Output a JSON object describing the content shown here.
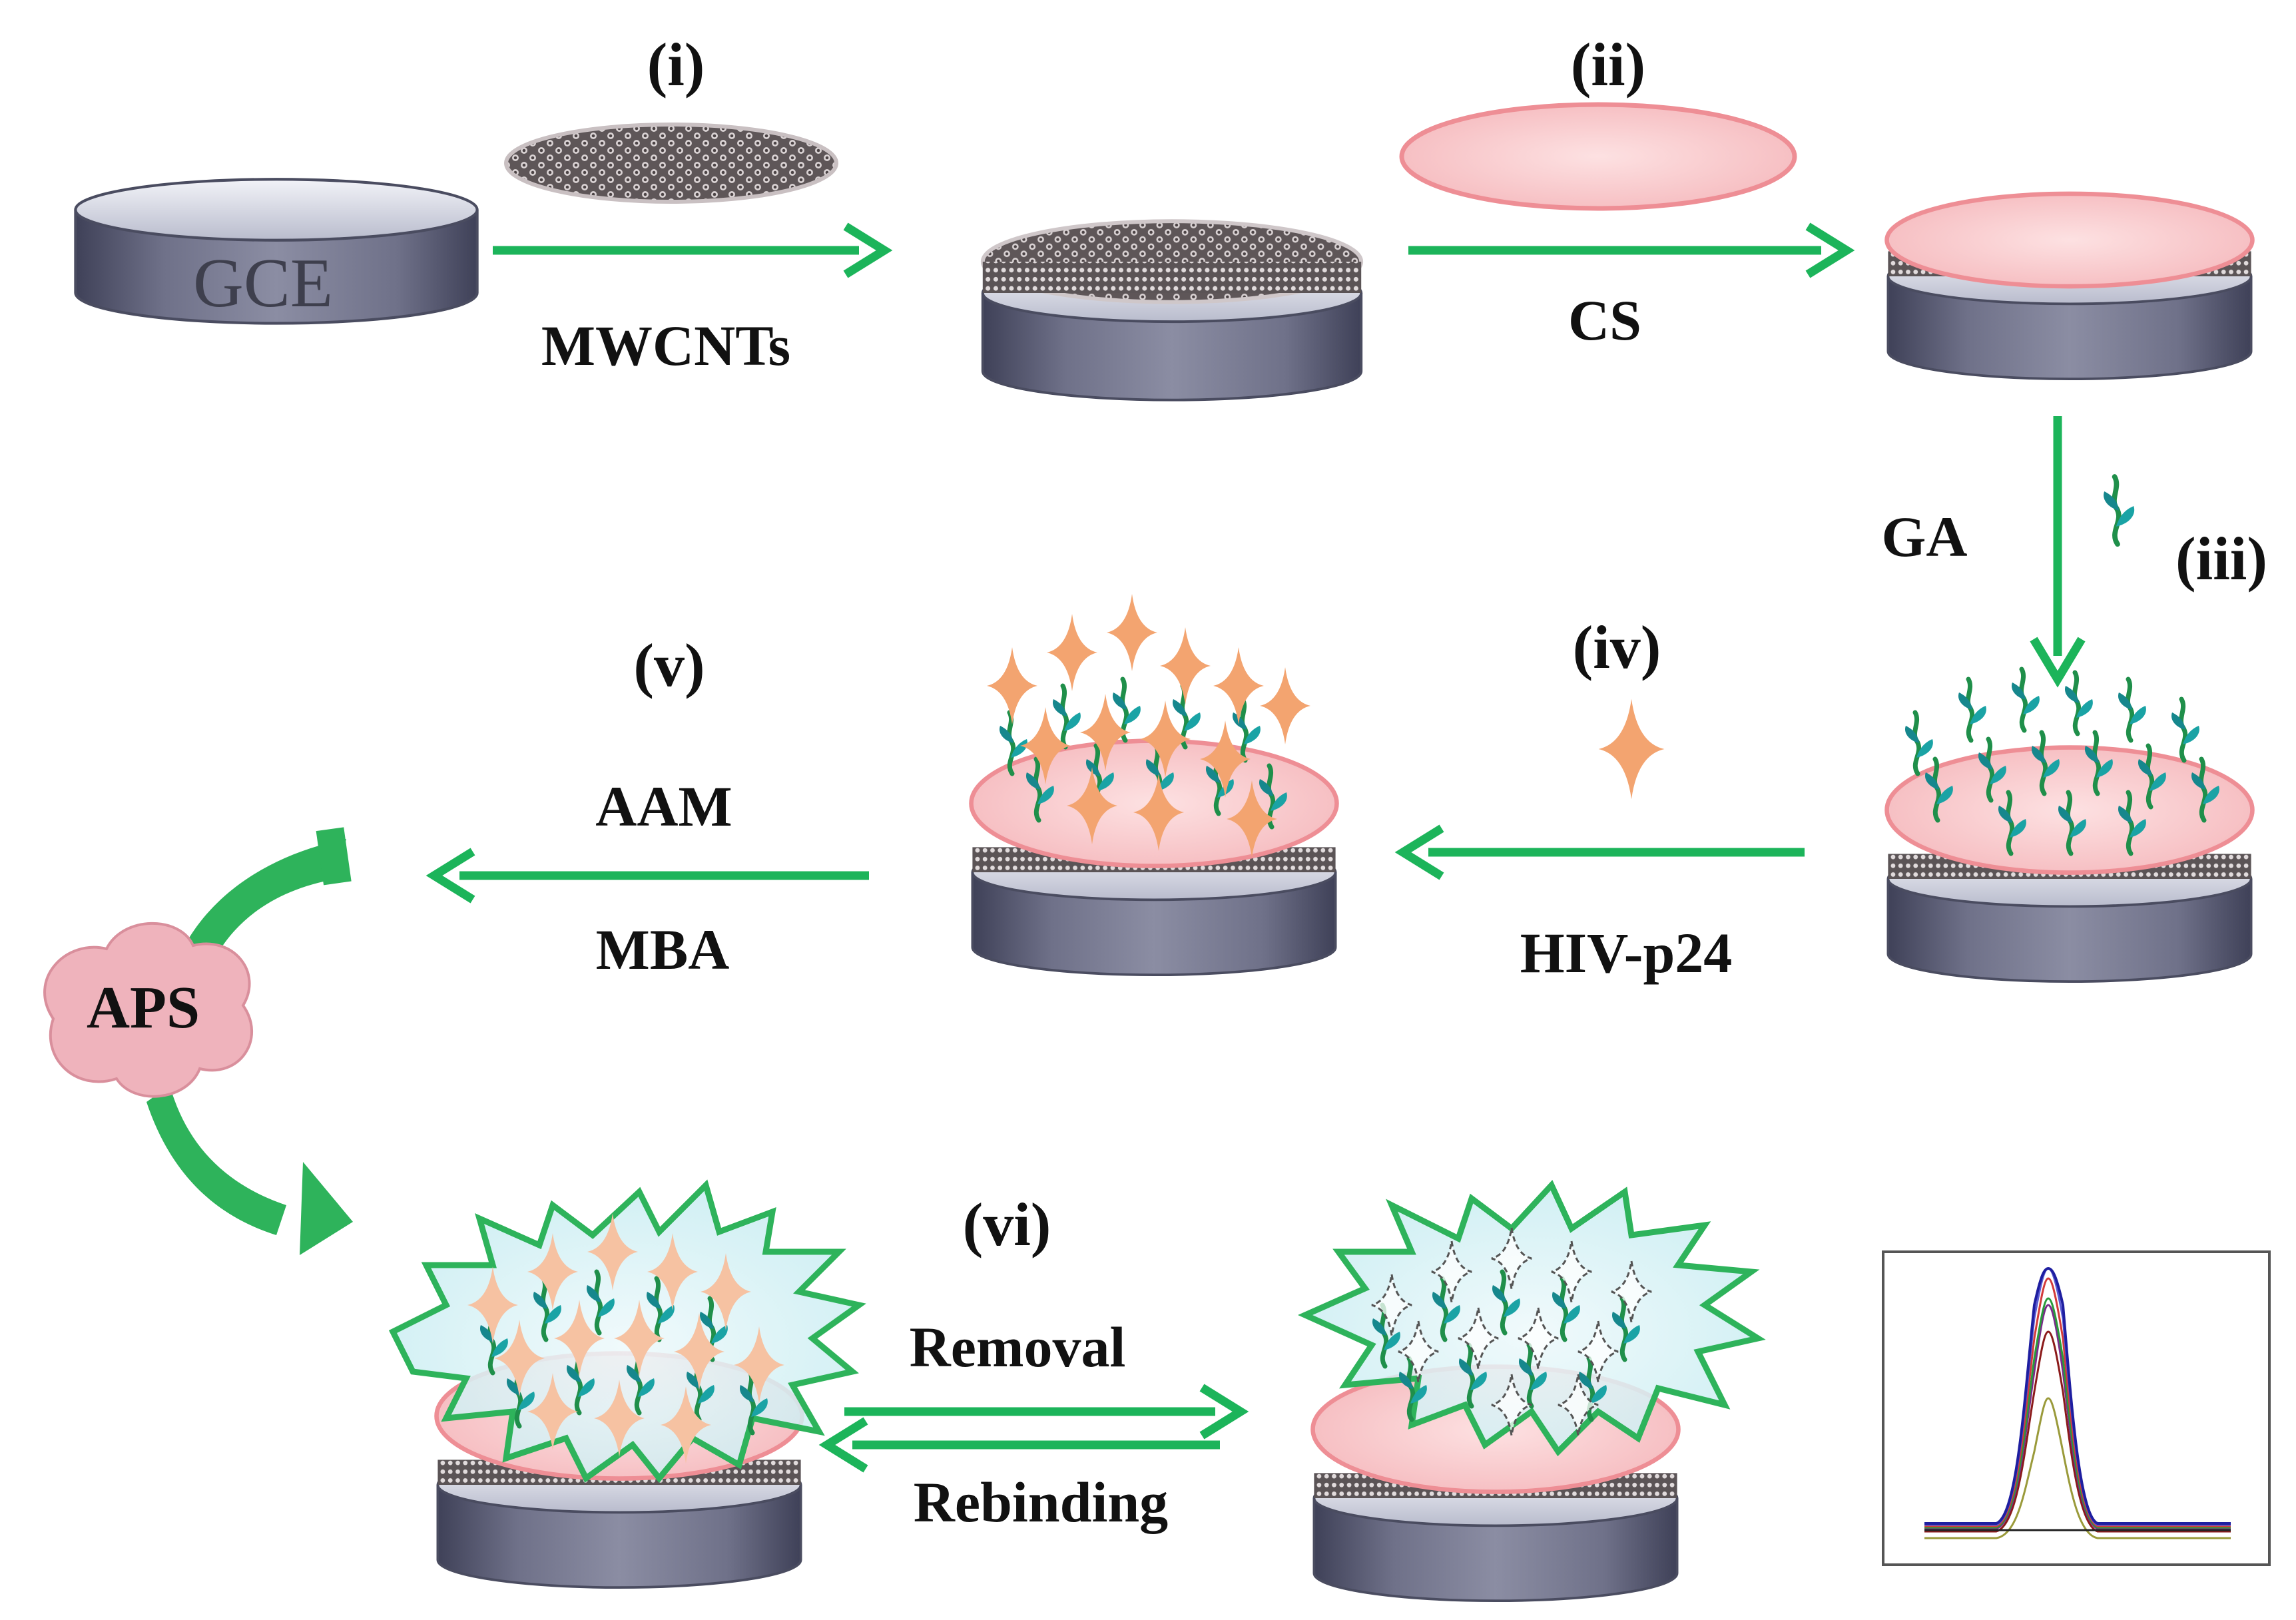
{
  "steps": {
    "s1": "(i)",
    "s2": "(ii)",
    "s3": "(iii)",
    "s4": "(iv)",
    "s5": "(v)",
    "s6": "(vi)"
  },
  "reagents": {
    "mwcnts": "MWCNTs",
    "cs": "CS",
    "ga": "GA",
    "hiv": "HIV-p24",
    "aam": "AAM",
    "mba": "MBA",
    "aps": "APS",
    "removal": "Removal",
    "rebinding": "Rebinding"
  },
  "electrode": {
    "label": "GCE"
  },
  "colors": {
    "arrow": "#1cb45a",
    "electrode_body": "#6d6f86",
    "electrode_dark": "#3c3d52",
    "chitosan": "#f8c4c6",
    "chitosan_edge": "#ee8e95",
    "antigen": "#f3a470",
    "linker_teal": "#1aa3a5",
    "linker_green": "#1f8f4a",
    "aps_cloud": "#efb3bc",
    "polymer": "#2eb35b"
  },
  "icons": [
    "electrode",
    "nanotube-film",
    "chitosan-film",
    "glutaraldehyde-linker",
    "hiv-p24-antigen",
    "aps-initiator-cloud",
    "imprinted-polymer-shell",
    "dpv-signal-plot"
  ]
}
